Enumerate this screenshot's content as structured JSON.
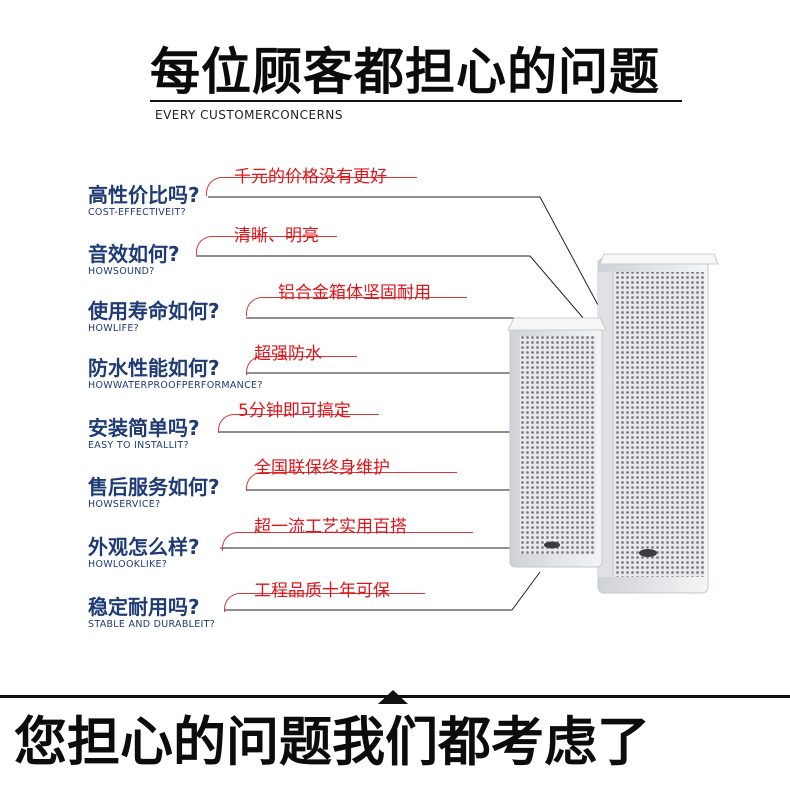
{
  "header": {
    "title": "每位顾客都担心的问题",
    "subtitle": "EVERY CUSTOMERCONCERNS"
  },
  "questions": [
    {
      "cn": "高性价比吗?",
      "en": "COST-EFFECTIVEIT?",
      "answer": "千元的价格没有更好"
    },
    {
      "cn": "音效如何?",
      "en": "HOWSOUND?",
      "answer": "清晰、明亮"
    },
    {
      "cn": "使用寿命如何?",
      "en": "HOWLIFE?",
      "answer": "铝合金箱体坚固耐用"
    },
    {
      "cn": "防水性能如何?",
      "en": "HOWWATERPROOFPERFORMANCE?",
      "answer": "超强防水"
    },
    {
      "cn": "安装简单吗?",
      "en": "EASY TO INSTALLIT?",
      "answer": "5分钟即可搞定"
    },
    {
      "cn": "售后服务如何?",
      "en": "HOWSERVICE?",
      "answer": "全国联保终身维护"
    },
    {
      "cn": "外观怎么样?",
      "en": "HOWLOOKLIKE?",
      "answer": "超一流工艺实用百搭"
    },
    {
      "cn": "稳定耐用吗?",
      "en": "STABLE AND DURABLEIT?",
      "answer": "工程品质十年可保"
    }
  ],
  "footer": {
    "text": "您担心的问题我们都考虑了"
  },
  "colors": {
    "question": "#1f3b75",
    "answer": "#e0141a",
    "title": "#0b0b0b"
  }
}
